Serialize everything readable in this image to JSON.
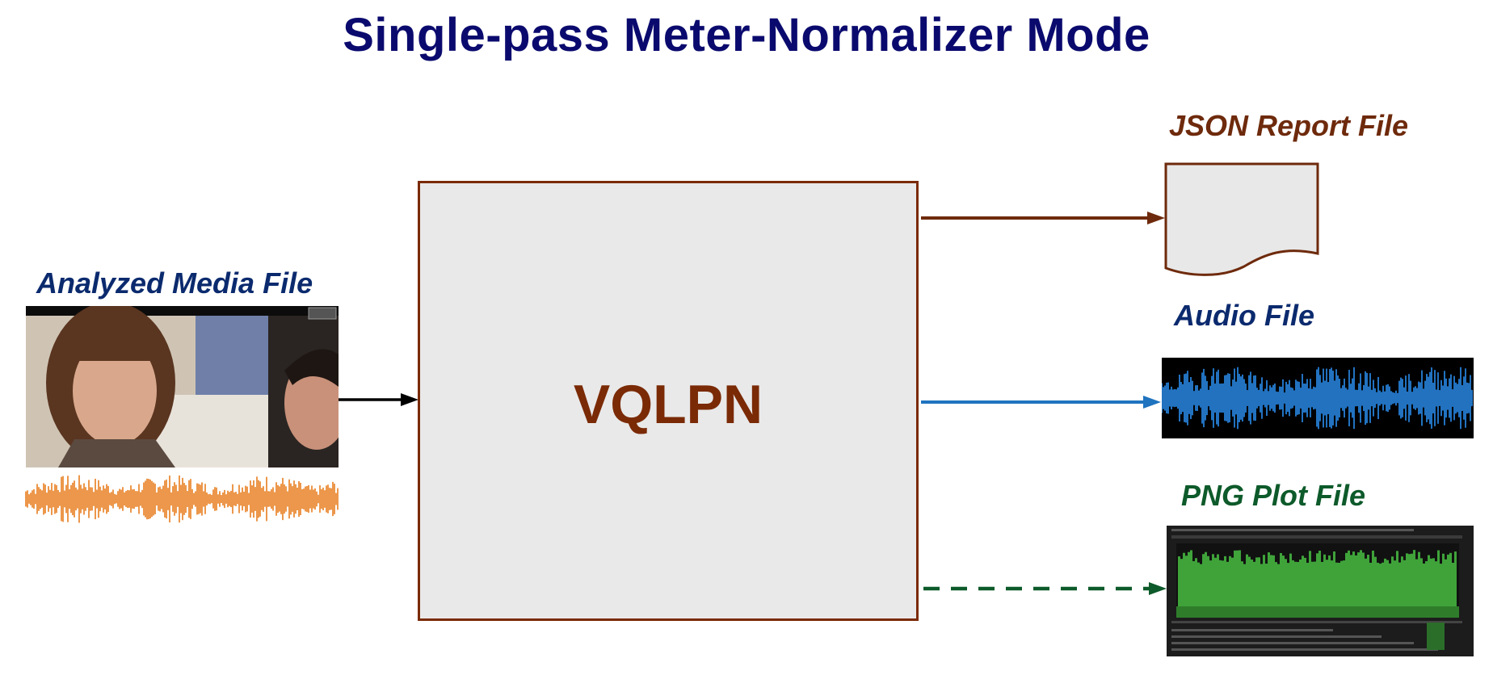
{
  "title": "Single-pass Meter-Normalizer Mode",
  "processor": {
    "label": "VQLPN"
  },
  "input": {
    "label": "Analyzed Media File"
  },
  "outputs": {
    "json": {
      "label": "JSON Report File",
      "color": "#6e2a0c"
    },
    "audio": {
      "label": "Audio File",
      "color": "#0b2a6e"
    },
    "png": {
      "label": "PNG Plot File",
      "color": "#0d5a2a"
    }
  },
  "colors": {
    "title": "#0a0a6e",
    "input_label": "#0b2a6e",
    "box_border": "#7a2a05",
    "box_fill": "#e9e9e9",
    "arrow_input": "#000000",
    "arrow_json": "#6e2a0c",
    "arrow_audio": "#1f73bf",
    "arrow_png": "#0d5a2a",
    "waveform_orange": "#e87d1e",
    "waveform_blue": "#2a8ff0",
    "plot_green": "#3fa33a"
  },
  "icons": {
    "document": "document-icon",
    "audio": "audio-waveform-icon",
    "plot": "loudness-plot-icon",
    "media": "video-frame-icon"
  }
}
